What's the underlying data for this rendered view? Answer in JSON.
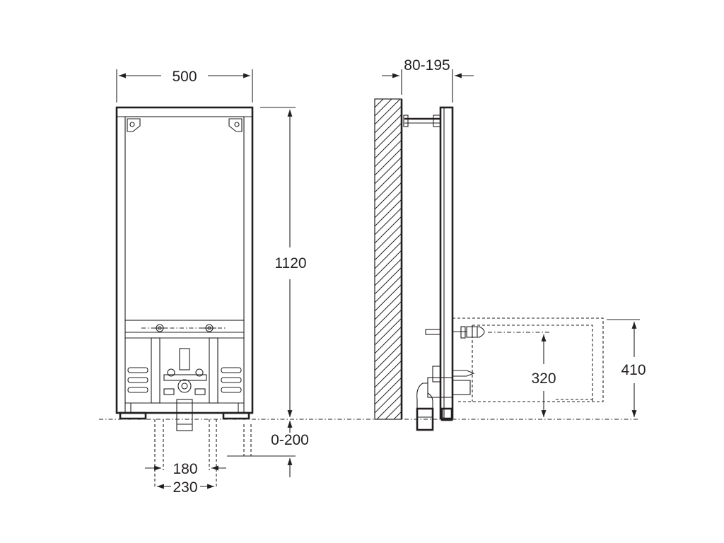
{
  "dimensions": {
    "front_width": "500",
    "height": "1120",
    "pipe_spacing_inner": "180",
    "pipe_spacing_outer": "230",
    "floor_adjust": "0-200",
    "wall_depth": "80-195",
    "connection_height": "320",
    "unit_height": "410"
  },
  "colors": {
    "line": "#231f20",
    "background": "#ffffff"
  }
}
